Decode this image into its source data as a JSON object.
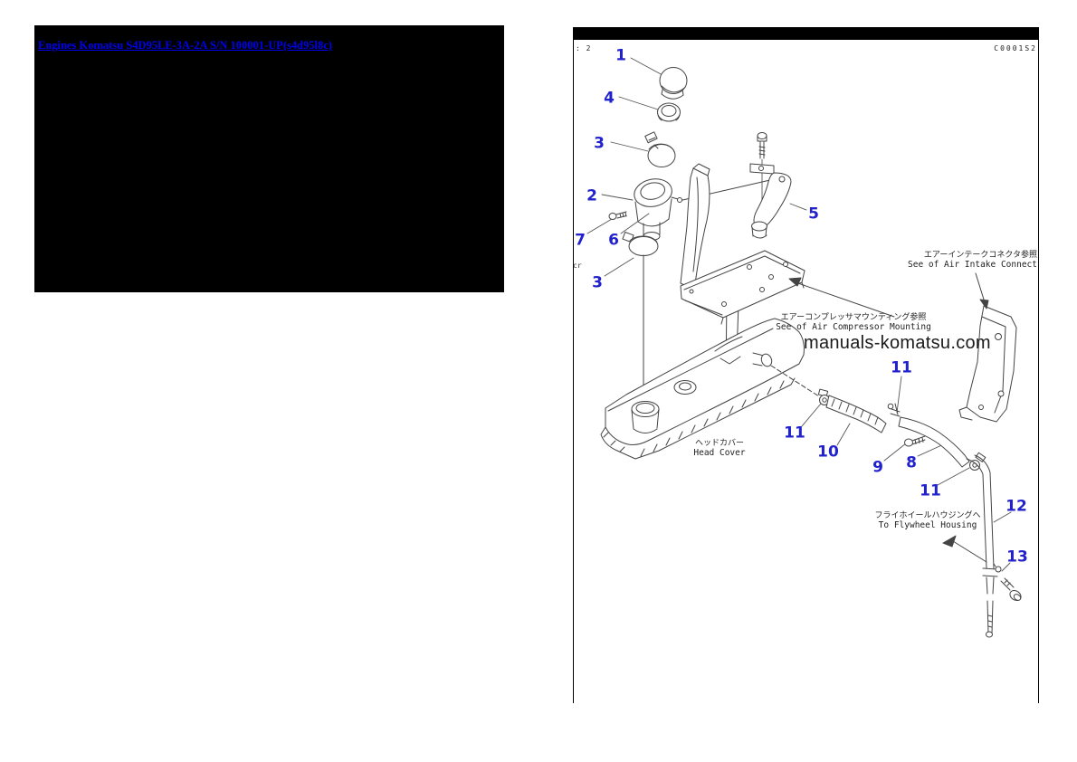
{
  "link_panel": {
    "link_text": "Engines Komatsu S4D95LE-3A-2A S/N 100001-UP(s4d95l8c)"
  },
  "diagram": {
    "header_left": ": 2",
    "header_right": "C0001S2",
    "edge_text": "cr",
    "watermark": "manuals-komatsu.com",
    "labels": {
      "air_intake_jp": "エアーインテークコネクタ参照",
      "air_intake_en": "See of Air Intake Connect",
      "compressor_jp": "エアーコンプレッサマウンティング参照",
      "compressor_en": "See of Air Compressor Mounting",
      "head_cover_jp": "ヘッドカバー",
      "head_cover_en": "Head Cover",
      "flywheel_jp": "フライホイールハウジングヘ",
      "flywheel_en": "To Flywheel Housing"
    },
    "callouts": [
      {
        "n": "1"
      },
      {
        "n": "4"
      },
      {
        "n": "3"
      },
      {
        "n": "2"
      },
      {
        "n": "5"
      },
      {
        "n": "7"
      },
      {
        "n": "6"
      },
      {
        "n": "3"
      },
      {
        "n": "11"
      },
      {
        "n": "11"
      },
      {
        "n": "10"
      },
      {
        "n": "9"
      },
      {
        "n": "8"
      },
      {
        "n": "11"
      },
      {
        "n": "12"
      },
      {
        "n": "13"
      }
    ],
    "colors": {
      "callout_blue": "#2222cc",
      "link_blue": "#0000ee",
      "line": "#444444",
      "panel_black": "#000000"
    }
  }
}
